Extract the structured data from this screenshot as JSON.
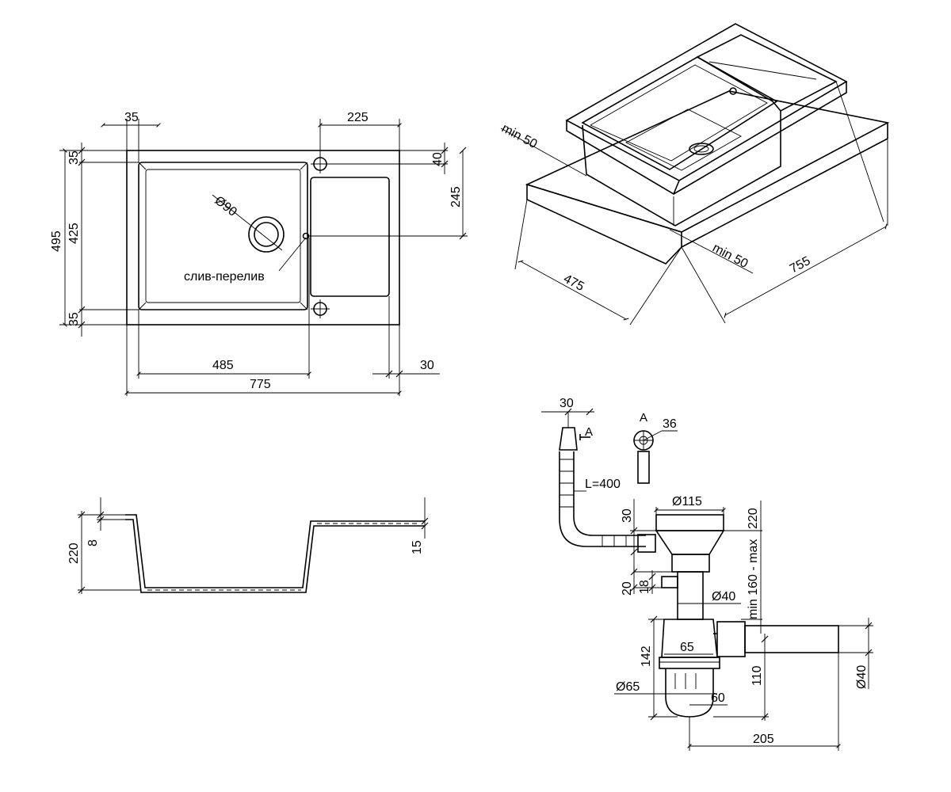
{
  "top_view": {
    "dim_35_top_left": "35",
    "dim_225": "225",
    "dim_35_left_top": "35",
    "dim_40": "40",
    "dim_495": "495",
    "dim_425": "425",
    "dim_245": "245",
    "dim_35_left_bottom": "35",
    "dim_d90": "Ø90",
    "label_overflow": "слив-перелив",
    "dim_485": "485",
    "dim_30": "30",
    "dim_775": "775"
  },
  "iso_view": {
    "dim_min50_left": "min 50",
    "dim_min50_right": "min 50",
    "dim_475": "475",
    "dim_755": "755"
  },
  "section_view": {
    "dim_220": "220",
    "dim_8": "8",
    "dim_15": "15"
  },
  "siphon_view": {
    "dim_30_top": "30",
    "marker_a": "A",
    "detail_a": "A",
    "dim_36": "36",
    "dim_l400": "L=400",
    "dim_30_side": "30",
    "dim_d115": "Ø115",
    "dim_220": "220",
    "dim_min_max": "min 160 - max",
    "dim_20": "20",
    "dim_18": "18",
    "dim_d40_mid": "Ø40",
    "dim_65": "65",
    "dim_142": "142",
    "dim_d65": "Ø65",
    "dim_60": "60",
    "dim_110": "110",
    "dim_d40_right": "Ø40",
    "dim_205": "205"
  }
}
